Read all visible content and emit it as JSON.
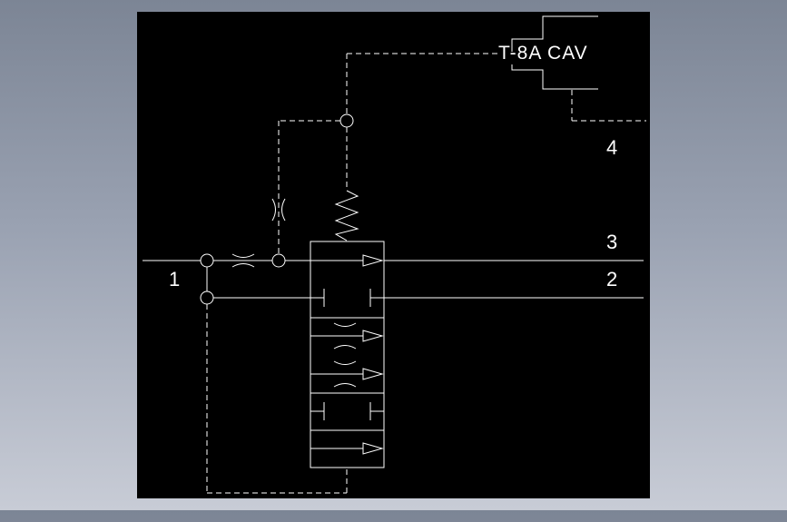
{
  "colors": {
    "canvas": "#000000",
    "line": "#ffffff",
    "frame_gradient_top": "#7c8595",
    "frame_gradient_bottom": "#c8ccd6"
  },
  "cartridge": {
    "label": "T-8A CAV"
  },
  "ports": {
    "p1": "1",
    "p2": "2",
    "p3": "3",
    "p4": "4"
  }
}
